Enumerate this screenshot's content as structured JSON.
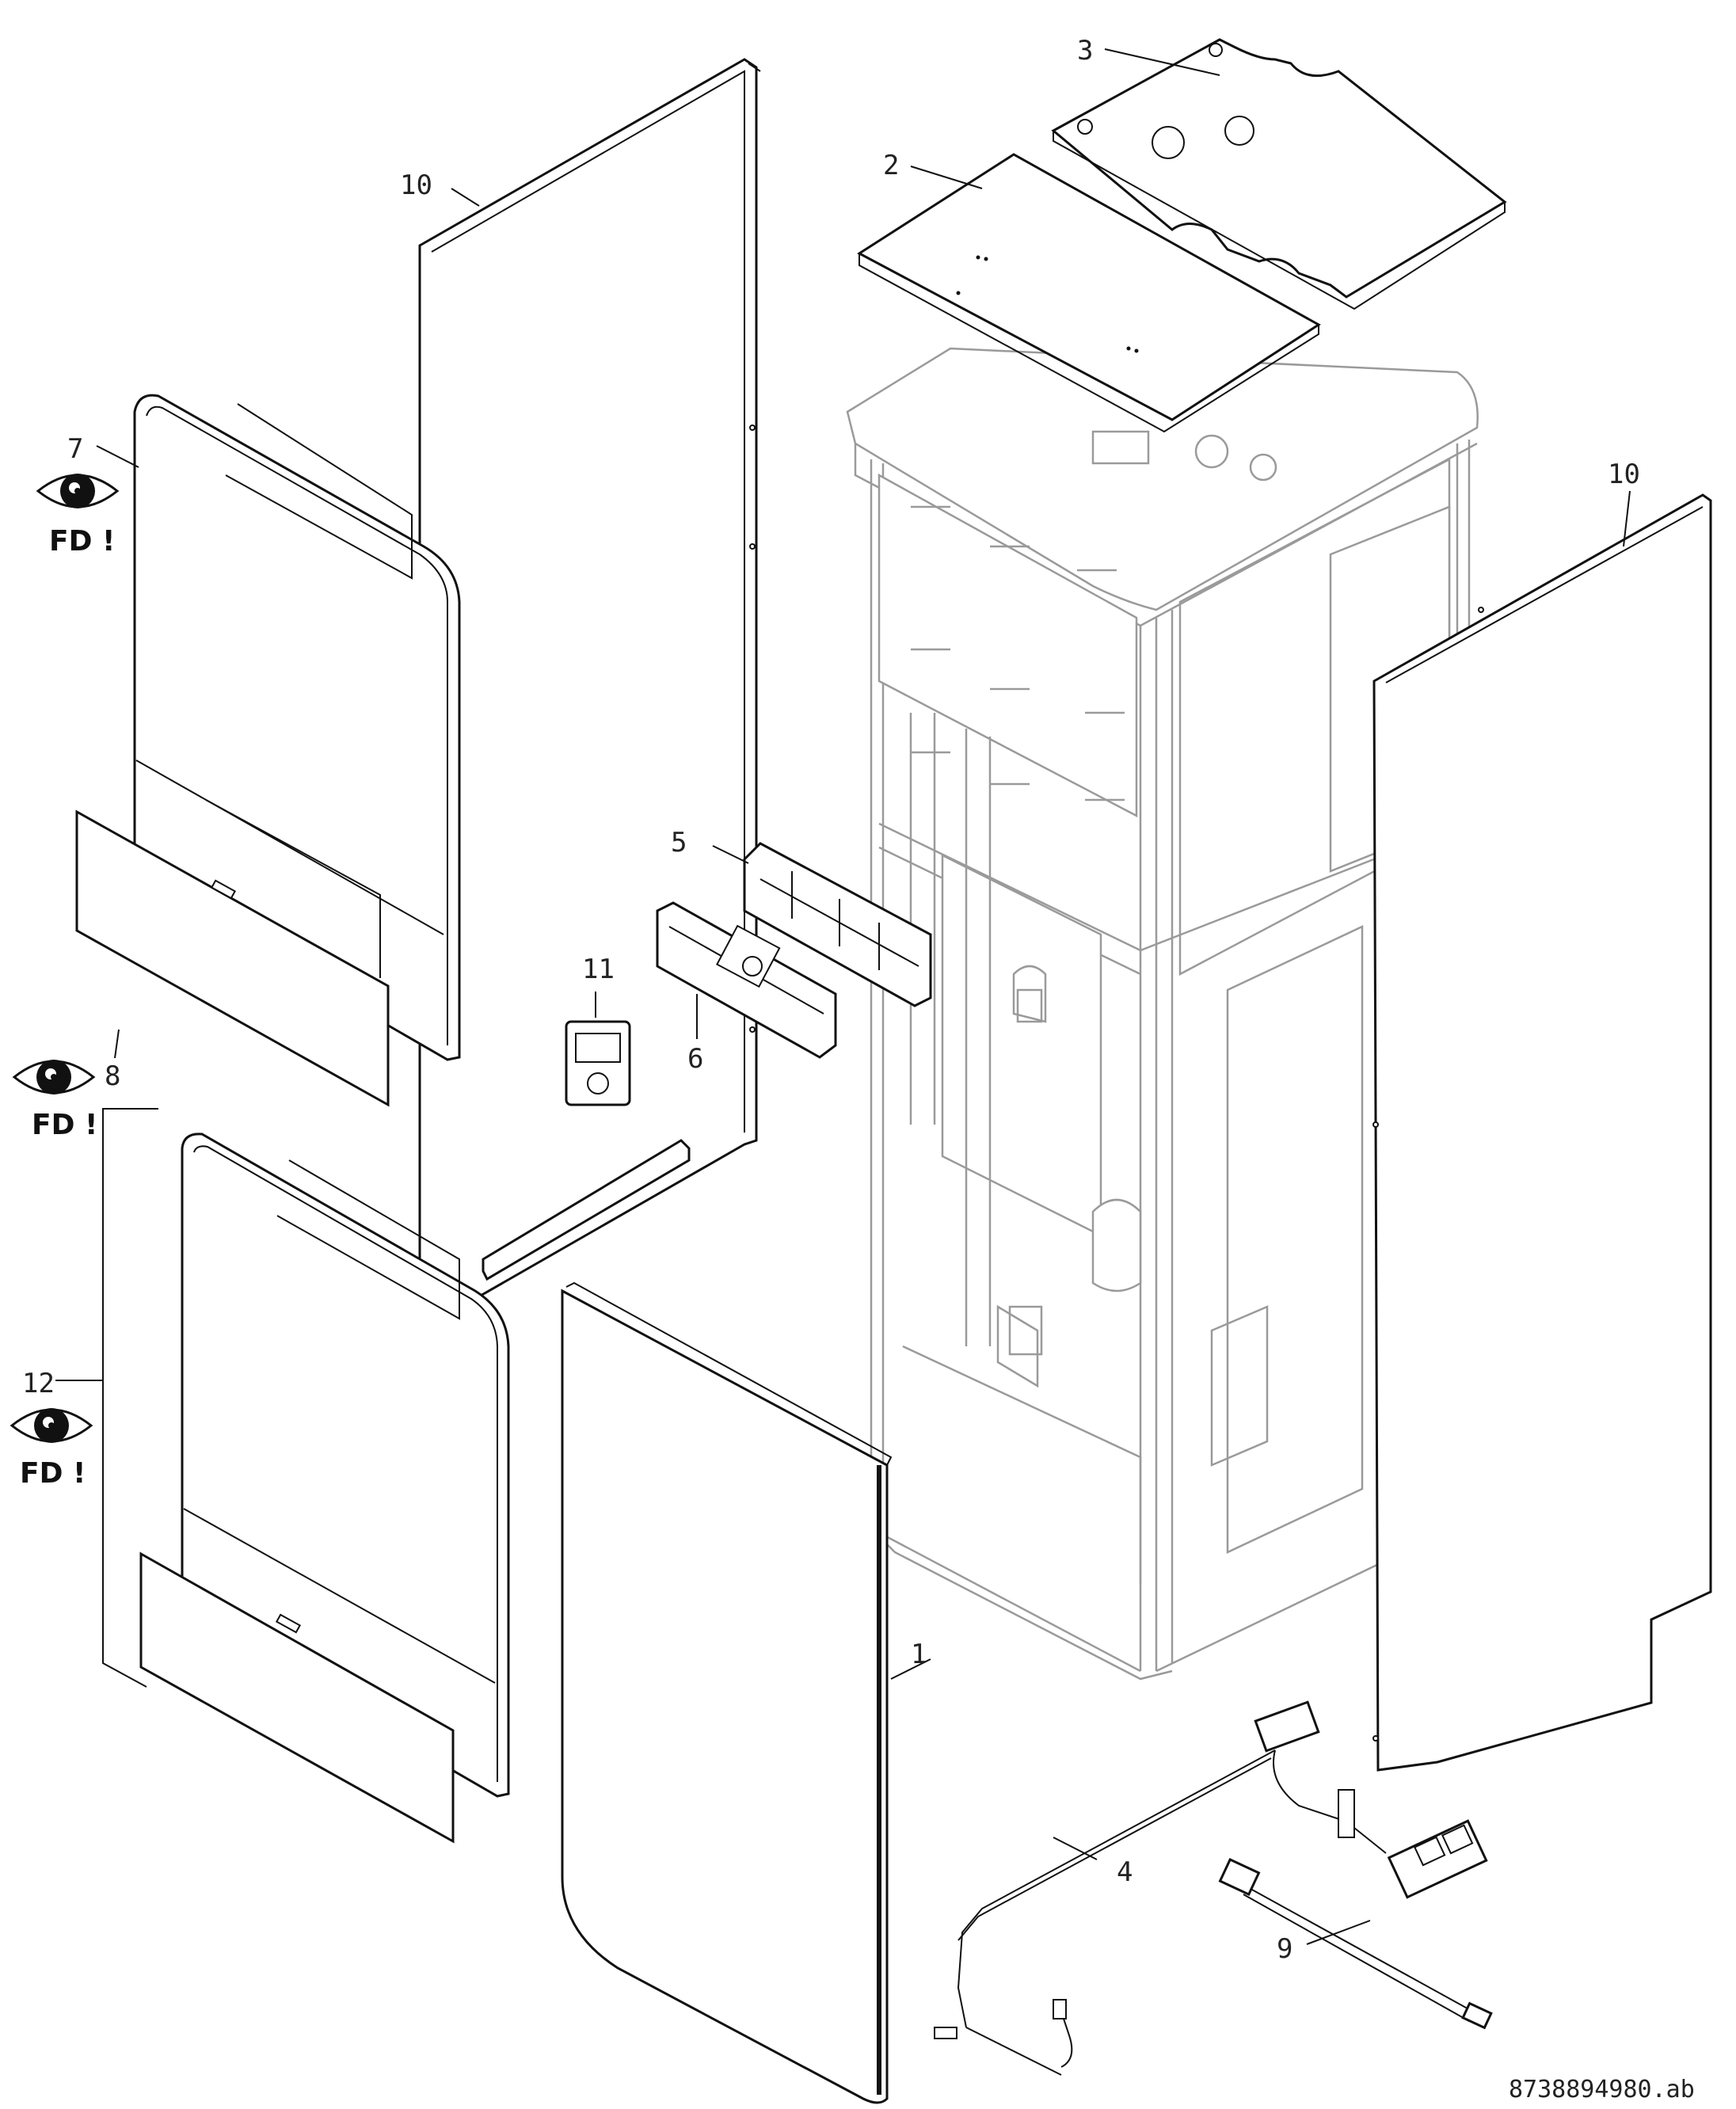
{
  "callouts": {
    "c1": "1",
    "c2": "2",
    "c3": "3",
    "c4": "4",
    "c5": "5",
    "c6": "6",
    "c7": "7",
    "c8": "8",
    "c9": "9",
    "c10_left": "10",
    "c10_right": "10",
    "c11": "11",
    "c12": "12"
  },
  "notes": {
    "fd_7": "FD !",
    "fd_8": "FD !",
    "fd_12": "FD !"
  },
  "icons": {
    "eye_7": "eye-icon",
    "eye_8": "eye-icon",
    "eye_12": "eye-icon"
  },
  "document_code": "8738894980.ab"
}
